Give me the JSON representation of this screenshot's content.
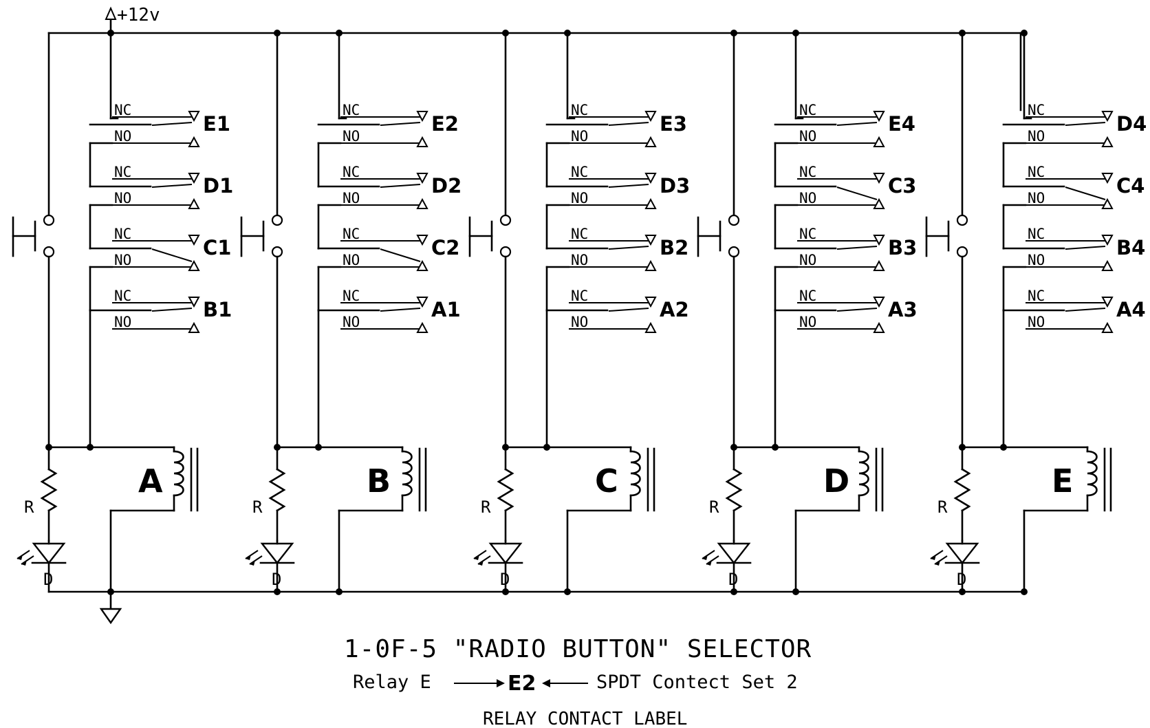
{
  "supply_label": "+12v",
  "relays": [
    {
      "name": "A",
      "contacts": [
        "E1",
        "D1",
        "C1",
        "B1"
      ]
    },
    {
      "name": "B",
      "contacts": [
        "E2",
        "D2",
        "C2",
        "A1"
      ]
    },
    {
      "name": "C",
      "contacts": [
        "E3",
        "D3",
        "B2",
        "A2"
      ]
    },
    {
      "name": "D",
      "contacts": [
        "E4",
        "C3",
        "B3",
        "A3"
      ]
    },
    {
      "name": "E",
      "contacts": [
        "D4",
        "C4",
        "B4",
        "A4"
      ]
    }
  ],
  "terminal_labels": {
    "nc": "NC",
    "no": "NO"
  },
  "resistor_label": "R",
  "diode_label": "D",
  "title": "1-0F-5 \"RADIO BUTTON\" SELECTOR",
  "legend": {
    "relay_text": "Relay E",
    "example_label": "E2",
    "set_text": "SPDT Contect Set 2",
    "caption": "RELAY CONTACT LABEL"
  }
}
